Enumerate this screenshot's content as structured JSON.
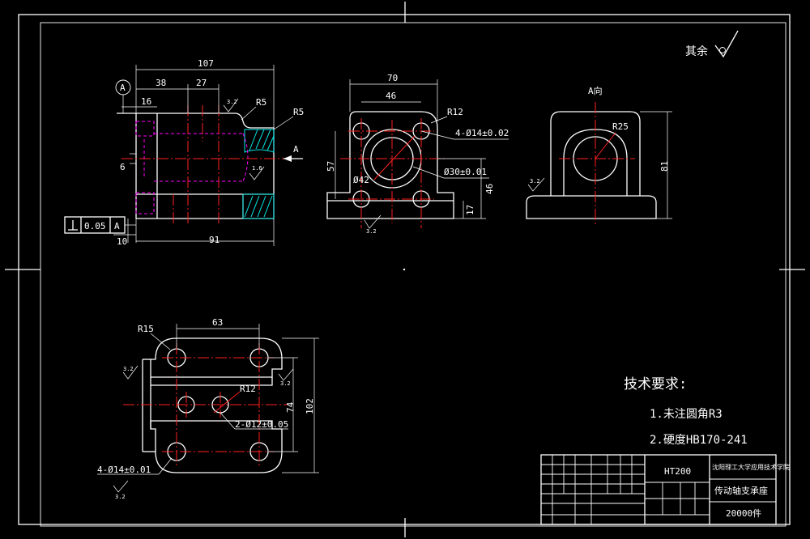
{
  "corner_mark": "其余",
  "front_view": {
    "dims": {
      "d107": "107",
      "d38": "38",
      "d27": "27",
      "d16": "16",
      "d6": "6",
      "d10": "10",
      "d91": "91"
    },
    "radius_labels": {
      "r5a": "R5",
      "r5b": "R5"
    },
    "roughness": {
      "top": "3.2",
      "inner": "1.6"
    },
    "datum_label": "A",
    "view_arrow_label": "A",
    "tolerance_frame": {
      "value": "0.05",
      "datum": "A"
    }
  },
  "side_view": {
    "dims": {
      "d70": "70",
      "d46": "46",
      "d57": "57",
      "d46v": "46",
      "d17": "17"
    },
    "labels": {
      "r12": "R12",
      "holes": "4-Ø14±0.02",
      "bore": "Ø30±0.01",
      "outer": "Ø42"
    },
    "roughness": {
      "bottom": "3.2"
    }
  },
  "a_view": {
    "title": "A向",
    "r25": "R25",
    "d81": "81",
    "roughness": {
      "left": "3.2"
    }
  },
  "bottom_view": {
    "dims": {
      "d63": "63",
      "d74": "74",
      "d102": "102"
    },
    "labels": {
      "r15": "R15",
      "r12": "R12",
      "pins": "2-Ø12±0.05",
      "holes": "4-Ø14±0.01"
    },
    "roughness": {
      "left": "3.2",
      "right": "3.2",
      "bottom": "3.2"
    }
  },
  "notes": {
    "title": "技术要求:",
    "items": [
      "1.未注圆角R3",
      "2.硬度HB170-241"
    ]
  },
  "title_block": {
    "material": "HT200",
    "school": "沈阳理工大学应用技术学院",
    "part_name": "传动轴支承座",
    "quantity": "20000件"
  }
}
